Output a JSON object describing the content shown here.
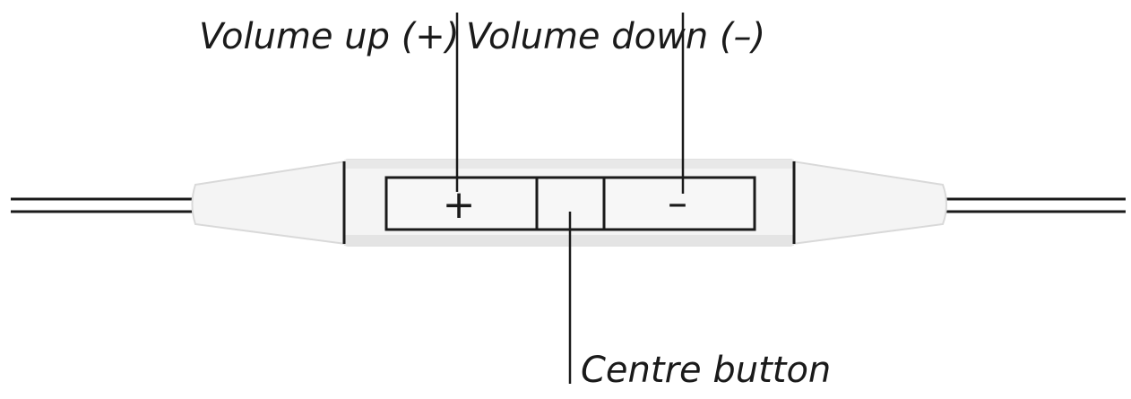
{
  "labels": {
    "volume_up": "Volume up (+)",
    "volume_down": "Volume down (–)",
    "centre": "Centre button"
  },
  "buttons": {
    "plus_symbol": "+",
    "minus_symbol": "–"
  },
  "colors": {
    "line": "#1a1a1a",
    "body_fill": "#f4f4f4",
    "body_shadow": "#e2e2e2",
    "background": "#ffffff"
  }
}
